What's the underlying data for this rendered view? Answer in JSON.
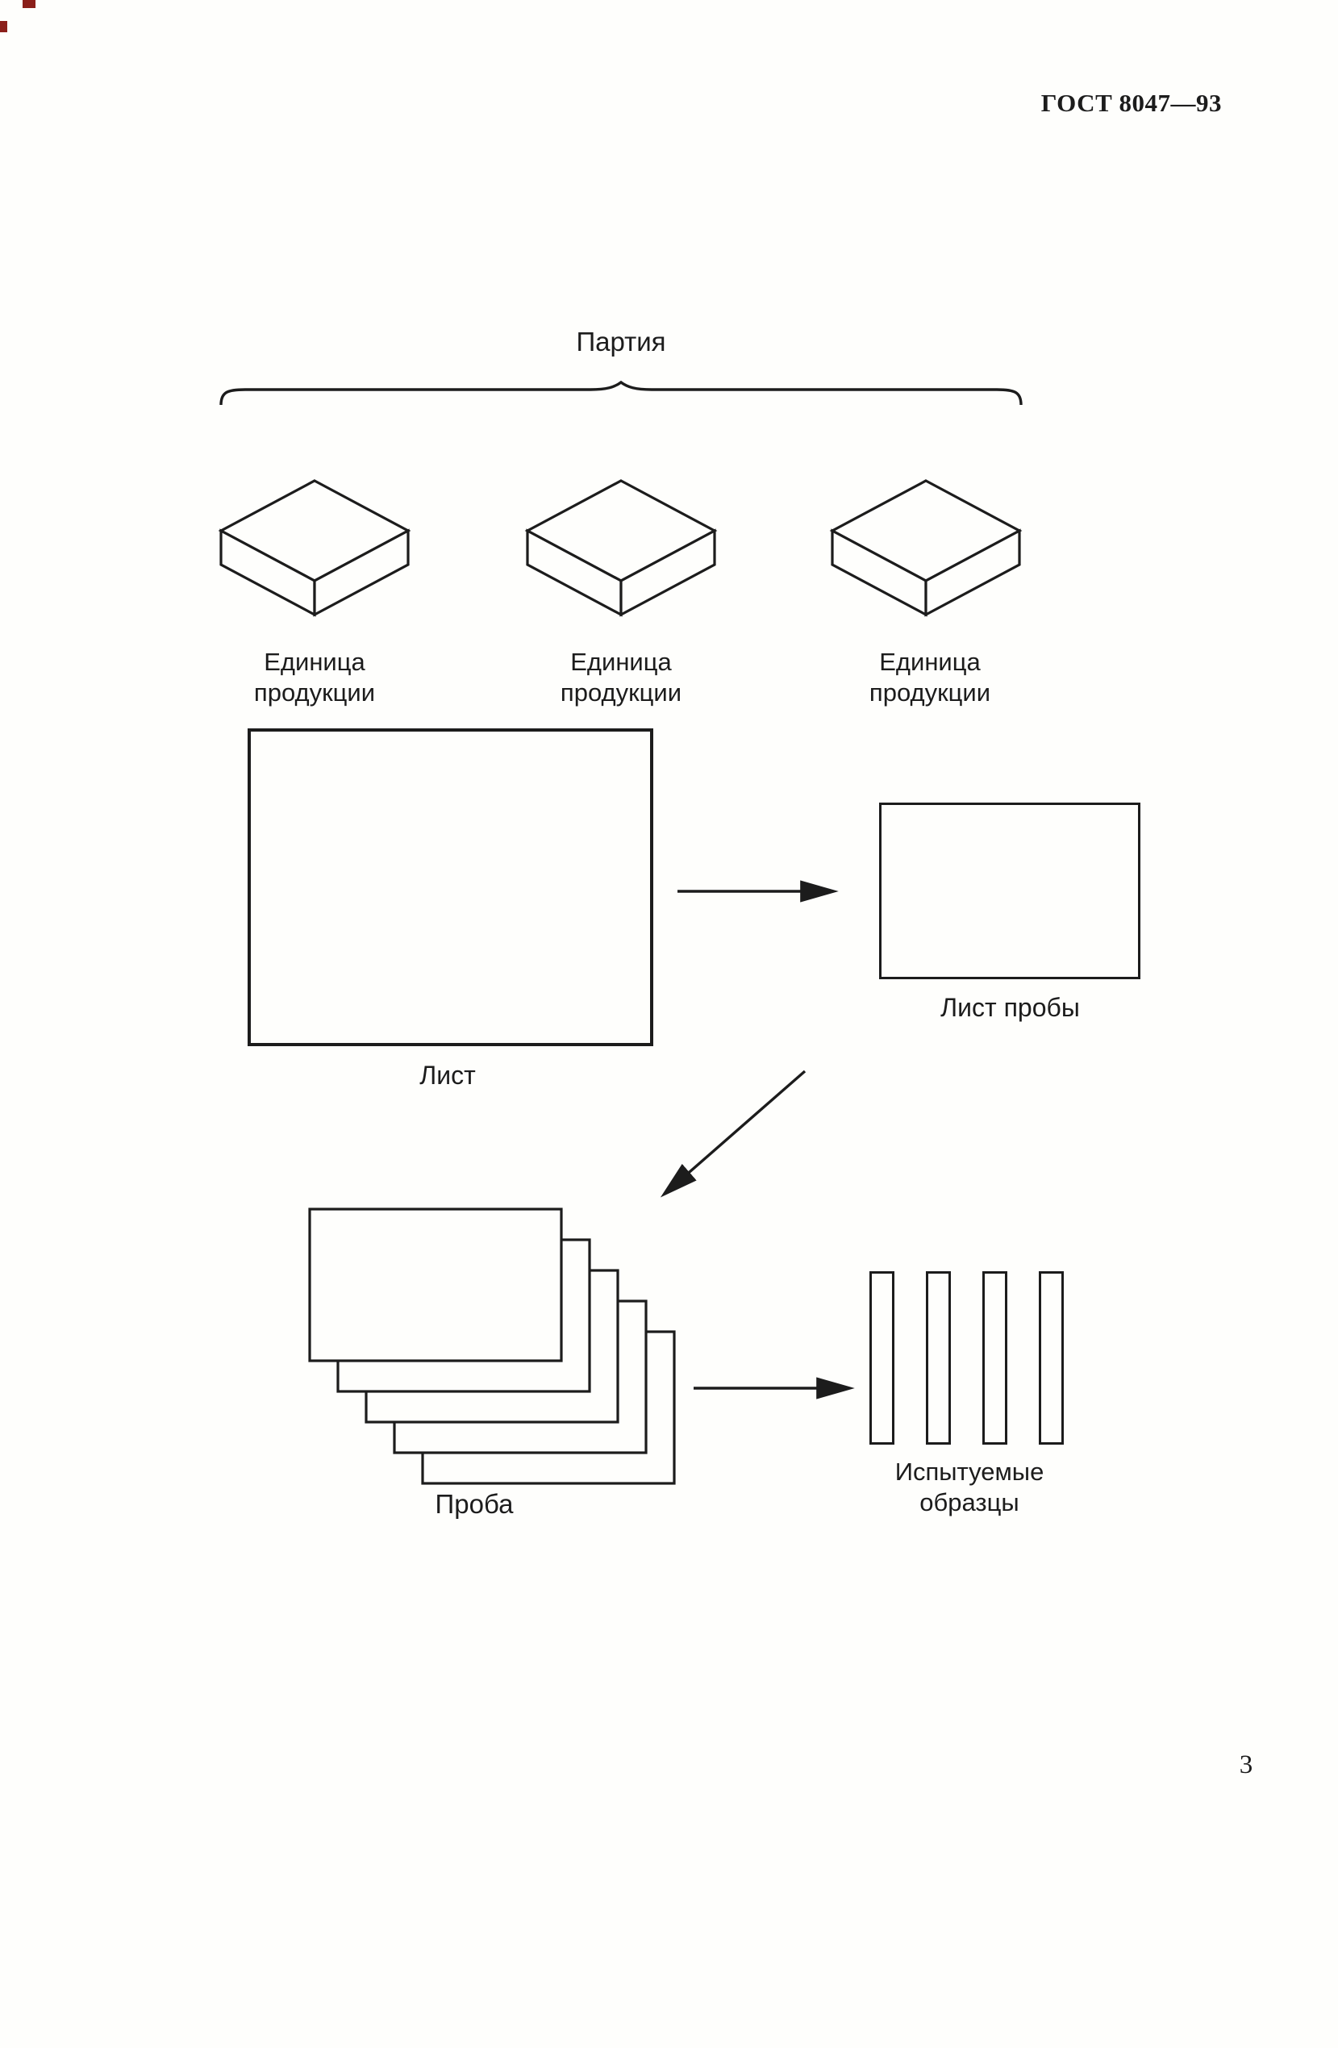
{
  "header": {
    "doc_code": "ГОСТ 8047—93"
  },
  "diagram": {
    "batch_label": "Партия",
    "units": [
      {
        "label": "Единица\nпродукции"
      },
      {
        "label": "Единица\nпродукции"
      },
      {
        "label": "Единица\nпродукции"
      }
    ],
    "sheet_label": "Лист",
    "sample_sheet_label": "Лист пробы",
    "sample_label": "Проба",
    "specimens_label": "Испытуемые\nобразцы"
  },
  "footer": {
    "page_number": "3"
  },
  "colors": {
    "ink": "#1c1c1c",
    "paper": "#fefefc"
  }
}
